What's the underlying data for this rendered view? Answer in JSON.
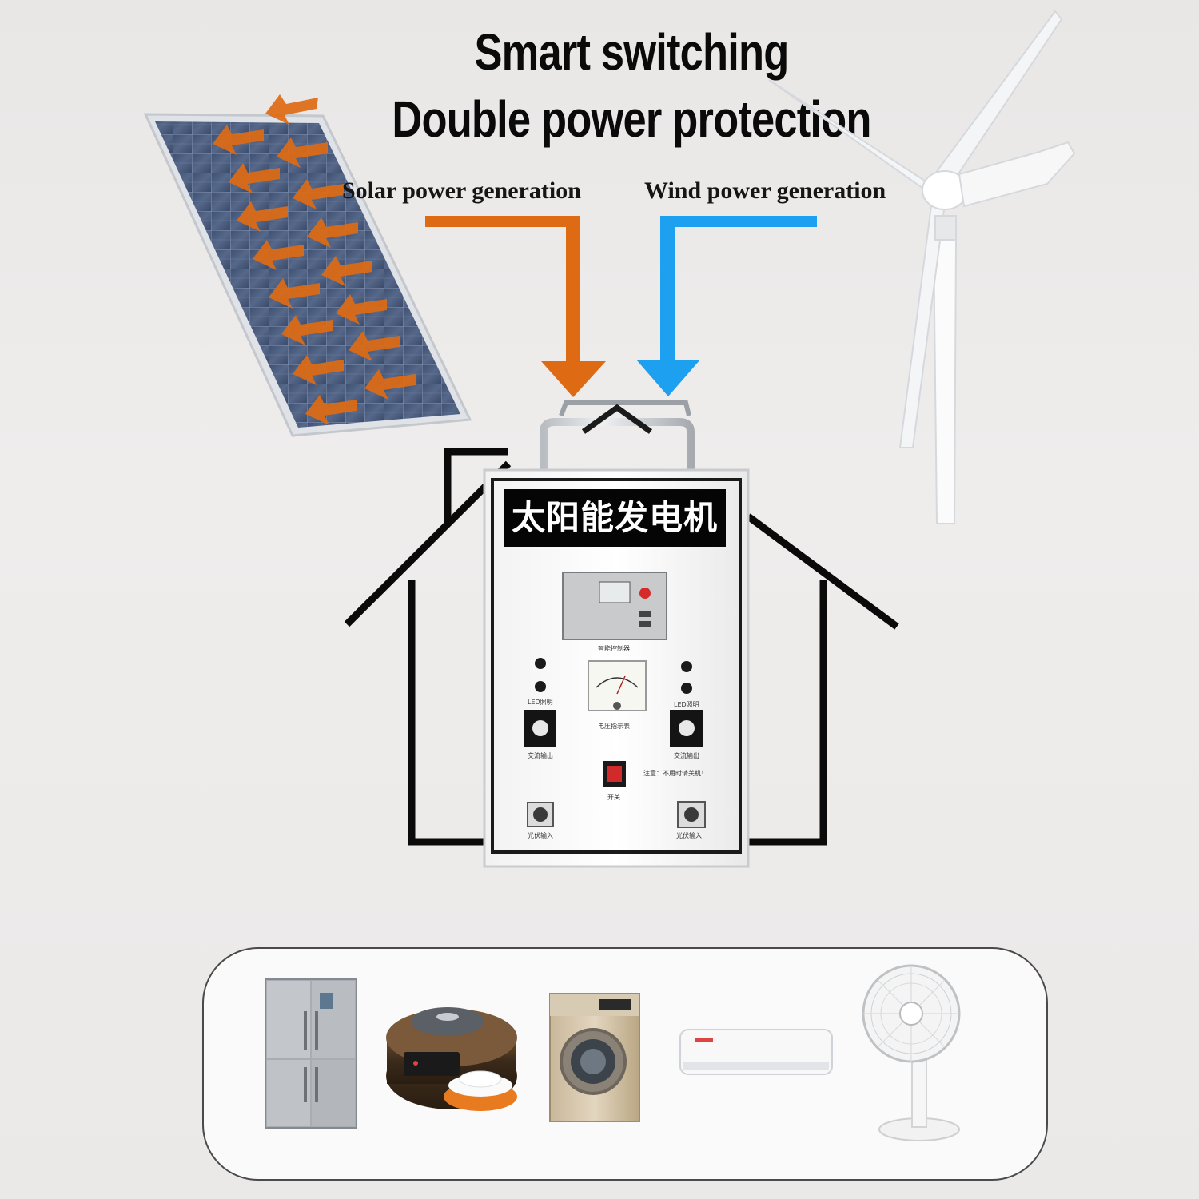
{
  "header": {
    "title_line1": "Smart switching",
    "title_line2": "Double power protection"
  },
  "sources": {
    "solar_label": "Solar power generation",
    "wind_label": "Wind power generation",
    "solar_color": "#de6b14",
    "wind_color": "#1ea0f0"
  },
  "generator": {
    "brand_text": "太阳能发电机",
    "controller_caption": "智能控制器",
    "led_left": "LED照明",
    "led_right": "LED照明",
    "meter_caption": "电压指示表",
    "ac_left": "交流输出",
    "ac_right": "交流输出",
    "switch_caption": "开关",
    "note": "注意：不用时请关机！",
    "input_left": "光伏输入",
    "input_right": "光伏输入"
  },
  "appliances": {
    "items": [
      "refrigerator-icon",
      "rice-cooker-icon",
      "washing-machine-icon",
      "air-conditioner-icon",
      "desk-fan-icon"
    ]
  }
}
